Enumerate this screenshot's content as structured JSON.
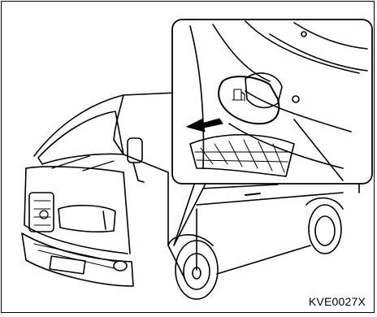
{
  "figure": {
    "code": "KVE0027X",
    "stroke_color": "#000000",
    "background_color": "#ffffff",
    "subjects": [
      "van",
      "inset-detail",
      "fuel-lid-opener",
      "pull-arrow"
    ]
  }
}
